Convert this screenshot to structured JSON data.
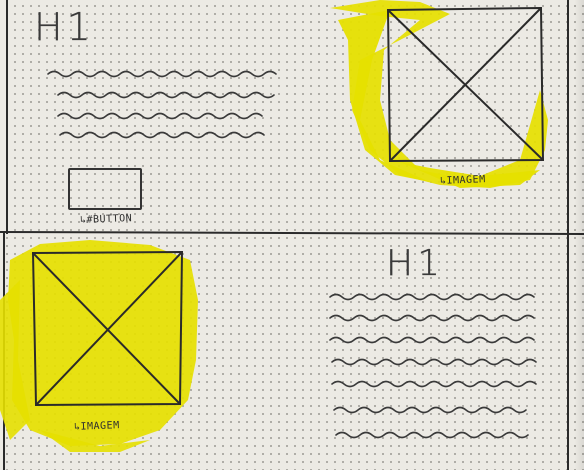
{
  "sketch": {
    "top_panel": {
      "heading": "H1",
      "button_caption": "↳#BUTTON",
      "image_caption": "↳IMAGEM"
    },
    "bottom_panel": {
      "heading": "H1",
      "image_caption": "↳IMAGEM"
    }
  },
  "colors": {
    "highlighter": "#e6e000",
    "ink": "#2f2f2f",
    "paper": "#eceae4"
  },
  "icons": {
    "image_placeholder": "crossed-box-icon",
    "caption_arrow": "arrow-down-right-icon"
  }
}
